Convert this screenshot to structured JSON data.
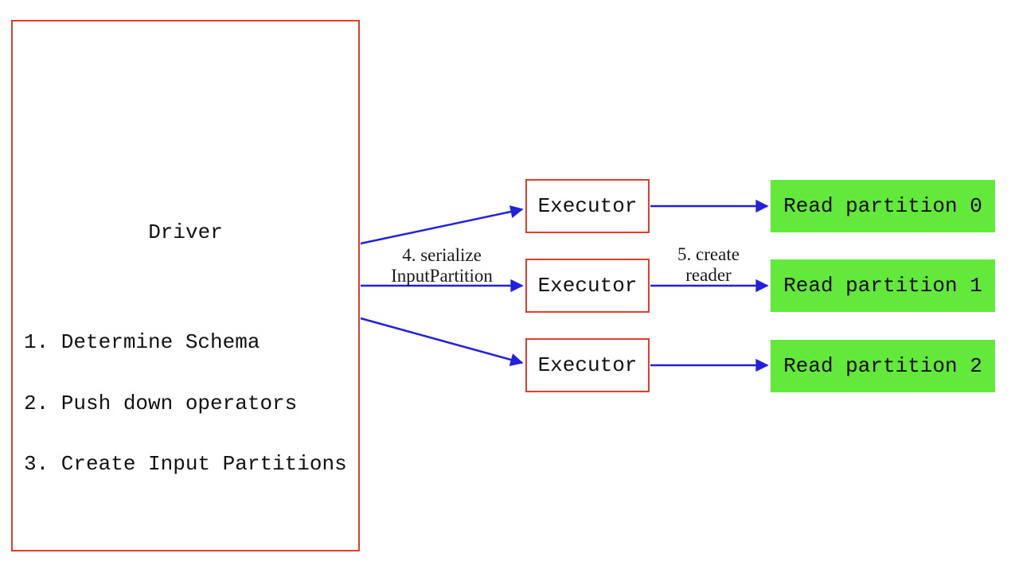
{
  "diagram": {
    "driver": {
      "title": "Driver",
      "steps": [
        "1. Determine Schema",
        "2. Push down operators",
        "3. Create Input Partitions"
      ]
    },
    "executors": [
      {
        "label": "Executor"
      },
      {
        "label": "Executor"
      },
      {
        "label": "Executor"
      }
    ],
    "partitions": [
      {
        "label": "Read partition 0"
      },
      {
        "label": "Read partition 1"
      },
      {
        "label": "Read partition 2"
      }
    ],
    "edge_labels": {
      "serialize_line1": "4. serialize",
      "serialize_line2": "InputPartition",
      "create_reader_line1": "5. create",
      "create_reader_line2": "reader"
    }
  },
  "colors": {
    "box_border_red": "#e63c2d",
    "arrow_blue": "#2020dd",
    "partition_green": "#63e83c",
    "background": "#ffffff"
  }
}
